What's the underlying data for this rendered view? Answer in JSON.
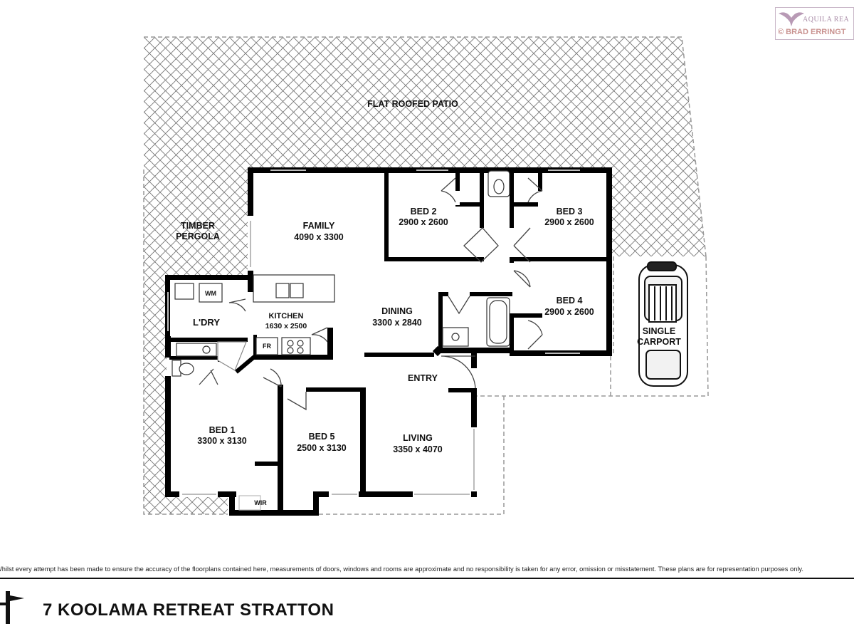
{
  "brand": {
    "name": "AQUILA REA",
    "copyright": "© BRAD ERRINGT"
  },
  "areas": {
    "patio": "FLAT ROOFED PATIO",
    "pergola_line1": "TIMBER",
    "pergola_line2": "PERGOLA",
    "carport_line1": "SINGLE",
    "carport_line2": "CARPORT"
  },
  "rooms": [
    {
      "name": "FAMILY",
      "dims": "4090 x 3300"
    },
    {
      "name": "BED 2",
      "dims": "2900 x 2600"
    },
    {
      "name": "BED 3",
      "dims": "2900 x 2600"
    },
    {
      "name": "BED 4",
      "dims": "2900 x 2600"
    },
    {
      "name": "DINING",
      "dims": "3300 x 2840"
    },
    {
      "name": "KITCHEN",
      "dims": "1630 x 2500"
    },
    {
      "name": "L'DRY",
      "dims": ""
    },
    {
      "name": "ENTRY",
      "dims": ""
    },
    {
      "name": "BED 1",
      "dims": "3300 x 3130"
    },
    {
      "name": "BED 5",
      "dims": "2500 x 3130"
    },
    {
      "name": "LIVING",
      "dims": "3350 x 4070"
    }
  ],
  "fixtures": {
    "wm": "WM",
    "fr": "FR",
    "wir": "WIR"
  },
  "disclaimer": "Whilst every attempt has been made to ensure the accuracy of the floorplans contained here, measurements of doors, windows and rooms are approximate and no responsibility is taken for any error, omission or misstatement. These plans are for representation purposes only.",
  "address": "7 KOOLAMA RETREAT STRATTON"
}
